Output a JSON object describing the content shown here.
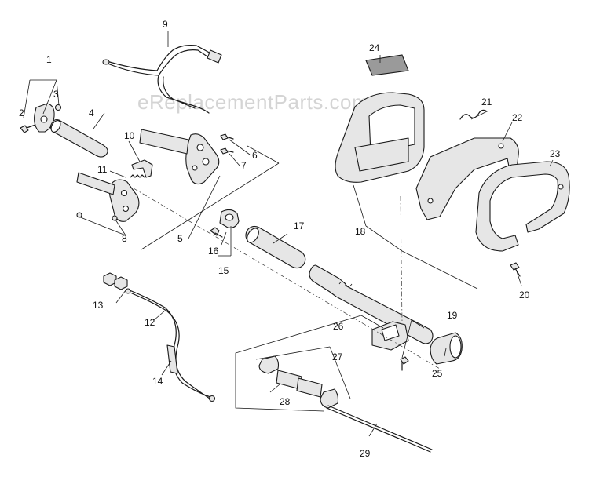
{
  "watermark": "eReplacementParts.com",
  "callouts": [
    "1",
    "2",
    "3",
    "4",
    "5",
    "6",
    "7",
    "8",
    "9",
    "10",
    "11",
    "12",
    "13",
    "14",
    "15",
    "16",
    "17",
    "18",
    "19",
    "20",
    "21",
    "22",
    "23",
    "24",
    "25",
    "26",
    "27",
    "28",
    "29"
  ]
}
